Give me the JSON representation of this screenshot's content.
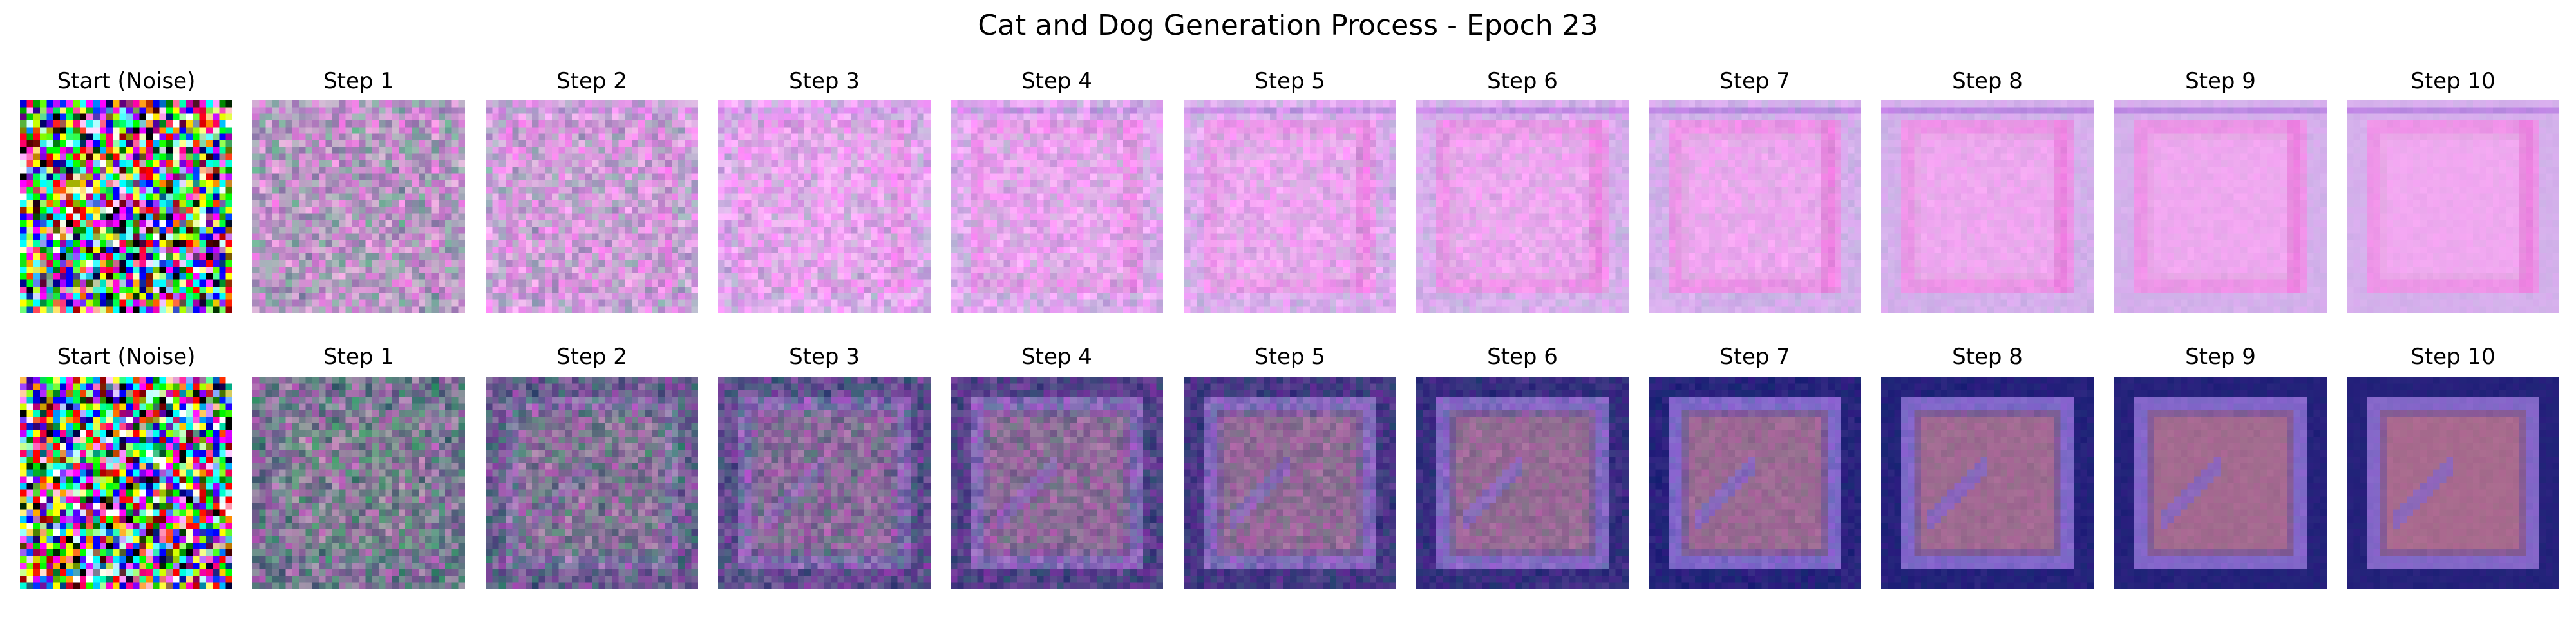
{
  "title": "Cat and Dog Generation Process - Epoch 23",
  "rows": [
    {
      "panels": [
        {
          "label": "Start (Noise)",
          "kind": "noise",
          "seed": 11
        },
        {
          "label": "Step 1",
          "kind": "step",
          "step": 1
        },
        {
          "label": "Step 2",
          "kind": "step",
          "step": 2
        },
        {
          "label": "Step 3",
          "kind": "step",
          "step": 3
        },
        {
          "label": "Step 4",
          "kind": "step",
          "step": 4
        },
        {
          "label": "Step 5",
          "kind": "step",
          "step": 5
        },
        {
          "label": "Step 6",
          "kind": "step",
          "step": 6
        },
        {
          "label": "Step 7",
          "kind": "step",
          "step": 7
        },
        {
          "label": "Step 8",
          "kind": "step",
          "step": 8
        },
        {
          "label": "Step 9",
          "kind": "step",
          "step": 9
        },
        {
          "label": "Step 10",
          "kind": "step",
          "step": 10
        }
      ],
      "palette": {
        "early": "#9a8fa8",
        "mid": "#e6a6ec",
        "final": "#f0a8f0",
        "frame": "#bfb6e8",
        "accent": "#e870d8",
        "edge": "#d8a4d4"
      },
      "theme": "pink"
    },
    {
      "panels": [
        {
          "label": "Start (Noise)",
          "kind": "noise",
          "seed": 29
        },
        {
          "label": "Step 1",
          "kind": "step",
          "step": 1
        },
        {
          "label": "Step 2",
          "kind": "step",
          "step": 2
        },
        {
          "label": "Step 3",
          "kind": "step",
          "step": 3
        },
        {
          "label": "Step 4",
          "kind": "step",
          "step": 4
        },
        {
          "label": "Step 5",
          "kind": "step",
          "step": 5
        },
        {
          "label": "Step 6",
          "kind": "step",
          "step": 6
        },
        {
          "label": "Step 7",
          "kind": "step",
          "step": 7
        },
        {
          "label": "Step 8",
          "kind": "step",
          "step": 8
        },
        {
          "label": "Step 9",
          "kind": "step",
          "step": 9
        },
        {
          "label": "Step 10",
          "kind": "step",
          "step": 10
        }
      ],
      "palette": {
        "early": "#7a8a8c",
        "mid": "#8a6a9a",
        "final": "#a86a8e",
        "frame": "#1e1e7a",
        "accent": "#6a64ee",
        "edge": "#3a3aa8"
      },
      "theme": "blue"
    }
  ]
}
